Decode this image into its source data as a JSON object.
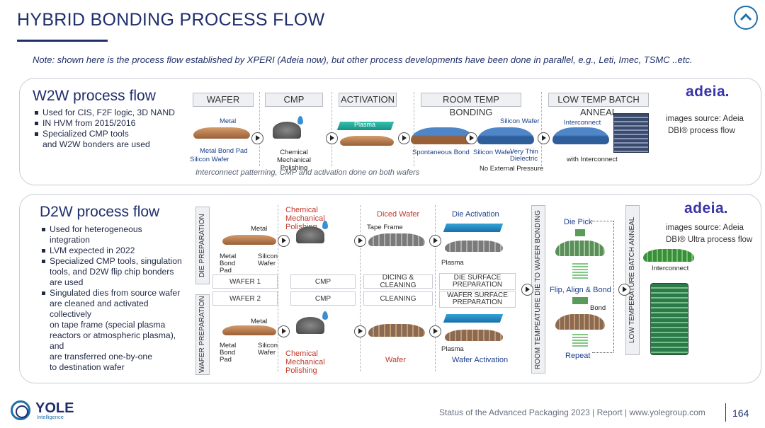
{
  "header": {
    "title": "HYBRID BONDING PROCESS FLOW",
    "note": "Note: shown here is the process flow established by XPERI (Adeia now),  but other process developments have been done in parallel, e.g., Leti, Imec, TSMC ..etc."
  },
  "w2w": {
    "title": "W2W process flow",
    "bullets": [
      {
        "text": "Used for CIS, F2F logic, 3D NAND"
      },
      {
        "text": "IN HVM from 2015/2016"
      },
      {
        "text": "Specialized CMP tools",
        "cont": "and W2W bonders are used"
      }
    ],
    "steps": [
      "WAFER",
      "CMP",
      "ACTIVATION",
      "ROOM TEMP BONDING",
      "LOW TEMP BATCH ANNEAL"
    ],
    "labels": {
      "metal": "Metal",
      "metal_bond_pad": "Metal Bond Pad",
      "silicon_wafer": "Silicon Wafer",
      "cmp": "Chemical Mechanical Polishing",
      "plasma": "Plasma",
      "spontaneous": "Spontaneous Bond",
      "silicon_wafer_top": "Silicon Wafer",
      "silicon_wafer_2": "Silicon Wafer",
      "thin_dielectric": "Very Thin Dielectric",
      "no_pressure": "No External Pressure",
      "interconnect": "Interconnect",
      "with_interconnect": "with Interconnect"
    },
    "caption": "Interconnect patterning, CMP and activation done on both wafers",
    "logo": "adeia",
    "source_line1": "images source: Adeia",
    "source_line2": "DBI® process flow"
  },
  "d2w": {
    "title": "D2W process flow",
    "bullets": [
      {
        "text": "Used for heterogeneous",
        "cont": "integration"
      },
      {
        "text": "LVM expected in 2022"
      },
      {
        "text": "Specialized CMP tools, singulation",
        "cont": "tools, and D2W flip chip bonders",
        "cont2": "are used"
      },
      {
        "text": "Singulated dies from source wafer",
        "cont": "are cleaned and activated",
        "cont2": "collectively",
        "cont3": "on tape frame (special plasma",
        "cont4": "reactors or atmospheric plasma),",
        "cont5": "and",
        "cont6": "are transferred one-by-one",
        "cont7": "to destination wafer"
      }
    ],
    "die_preparation": "DIE PREPARATION",
    "wafer_preparation": "WAFER PREPARATION",
    "top_labels": {
      "cmp": "Chemical Mechanical Polishing",
      "diced": "Diced Wafer",
      "die_activation": "Die Activation",
      "tape_frame": "Tape Frame",
      "metal": "Metal",
      "metal_bond_pad": "Metal Bond Pad",
      "silicon_wafer": "Silicon Wafer",
      "plasma": "Plasma"
    },
    "rows": [
      [
        "WAFER 1",
        "CMP",
        "DICING & CLEANING",
        "DIE SURFACE PREPARATION"
      ],
      [
        "WAFER 2",
        "CMP",
        "CLEANING",
        "WAFER SURFACE PREPARATION"
      ]
    ],
    "bottom_labels": {
      "metal": "Metal",
      "metal_bond_pad": "Metal Bond Pad",
      "silicon_wafer": "Silicon Wafer",
      "cmp": "Chemical Mechanical Polishing",
      "wafer": "Wafer",
      "plasma": "Plasma",
      "wafer_activation": "Wafer Activation"
    },
    "room_temp": "ROOM TEMPEATURE DIE TO WAFER BONDING",
    "die_pick": "Die Pick",
    "flip": "Flip, Align & Bond",
    "bond": "Bond",
    "repeat": "Repeat",
    "low_temp": "LOW TEMPERATURE BATCH ANNEAL",
    "interconnect": "Interconnect",
    "logo": "adeia",
    "source_line1": "images source: Adeia",
    "source_line2": "DBI® Ultra process flow"
  },
  "footer": {
    "logo": "YOLE",
    "logo_sub": "Intelligence",
    "text": "Status of the Advanced Packaging 2023 | Report | www.yolegroup.com",
    "page": "164"
  },
  "colors": {
    "navy": "#1f2f6b",
    "accent": "#1e6fa8",
    "adeia": "#3a34a8",
    "copper": "#b77a4a",
    "plasma": "#1fa89a"
  }
}
